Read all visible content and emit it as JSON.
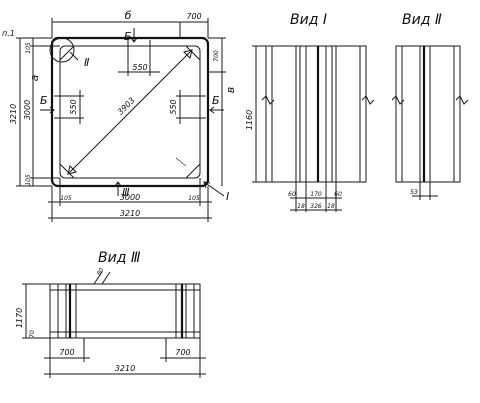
{
  "plan": {
    "dims": {
      "top_label": "б",
      "top_right": "700",
      "left_total": "3210",
      "left_inner": "3000",
      "left_top": "105",
      "left_bottom": "105",
      "left_letter": "а",
      "right_top": "700",
      "right_letter": "в",
      "inner_top": "550",
      "inner_left": "550",
      "inner_right": "550",
      "diag": "3903",
      "bottom_left": "105",
      "bottom_mid": "3000",
      "bottom_right": "105",
      "bottom_total": "3210"
    },
    "marks": {
      "p1": "п.1",
      "b_top": "Б",
      "b_left": "Б",
      "b_right": "Б",
      "cut_two": "Ⅱ",
      "cut_three": "Ⅲ",
      "cut_one": "I"
    }
  },
  "view1": {
    "title": "Вид Ⅰ",
    "height": "1160",
    "d60a": "60",
    "d170": "170",
    "d60b": "60",
    "d18a": "18",
    "d326": "326",
    "d18b": "18"
  },
  "view2": {
    "title": "Вид Ⅱ",
    "d53": "53"
  },
  "view3": {
    "title": "Вид Ⅲ",
    "d80": "80",
    "height": "1170",
    "d70": "70",
    "left": "700",
    "right": "700",
    "total": "3210"
  }
}
